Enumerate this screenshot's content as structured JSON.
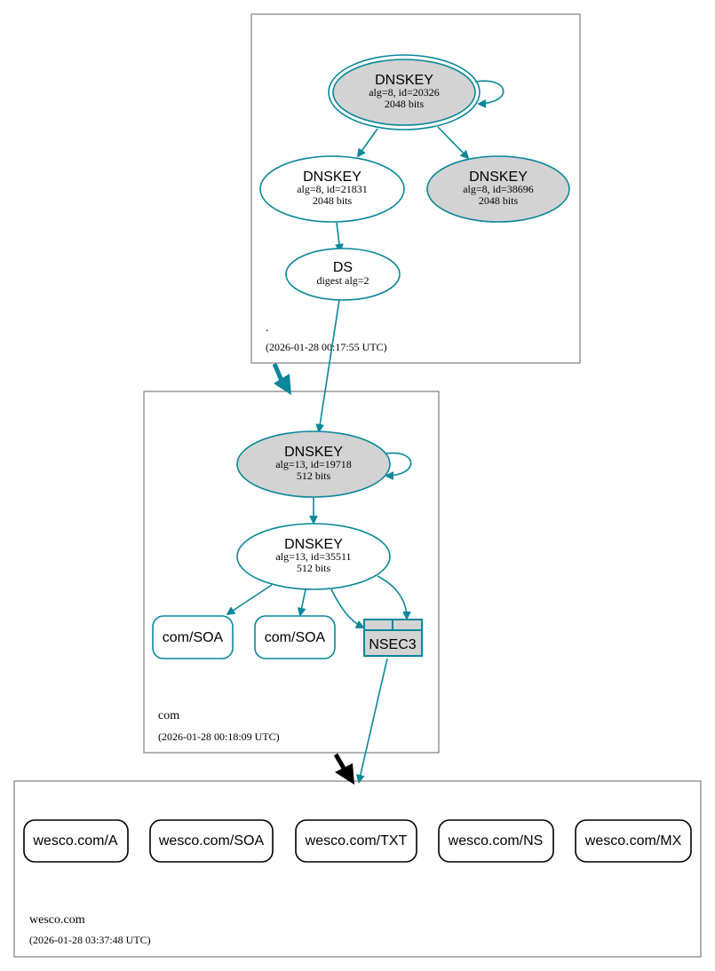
{
  "colors": {
    "edge": "#0a879a",
    "node_gray": "#d3d3d3",
    "node_white": "#ffffff",
    "box_border": "#666666",
    "black": "#000000"
  },
  "zones": {
    "root": {
      "label": ".",
      "timestamp": "(2026-01-28 00:17:55 UTC)"
    },
    "com": {
      "label": "com",
      "timestamp": "(2026-01-28 00:18:09 UTC)"
    },
    "wesco": {
      "label": "wesco.com",
      "timestamp": "(2026-01-28 03:37:48 UTC)"
    }
  },
  "nodes": {
    "root_ksk": {
      "title": "DNSKEY",
      "line1": "alg=8, id=20326",
      "line2": "2048 bits"
    },
    "root_zsk": {
      "title": "DNSKEY",
      "line1": "alg=8, id=21831",
      "line2": "2048 bits"
    },
    "root_zsk2": {
      "title": "DNSKEY",
      "line1": "alg=8, id=38696",
      "line2": "2048 bits"
    },
    "root_ds": {
      "title": "DS",
      "line1": "digest alg=2"
    },
    "com_ksk": {
      "title": "DNSKEY",
      "line1": "alg=13, id=19718",
      "line2": "512 bits"
    },
    "com_zsk": {
      "title": "DNSKEY",
      "line1": "alg=13, id=35511",
      "line2": "512 bits"
    },
    "com_soa1": {
      "title": "com/SOA"
    },
    "com_soa2": {
      "title": "com/SOA"
    },
    "com_nsec3": {
      "title": "NSEC3"
    },
    "wesco_a": {
      "title": "wesco.com/A"
    },
    "wesco_soa": {
      "title": "wesco.com/SOA"
    },
    "wesco_txt": {
      "title": "wesco.com/TXT"
    },
    "wesco_ns": {
      "title": "wesco.com/NS"
    },
    "wesco_mx": {
      "title": "wesco.com/MX"
    }
  }
}
